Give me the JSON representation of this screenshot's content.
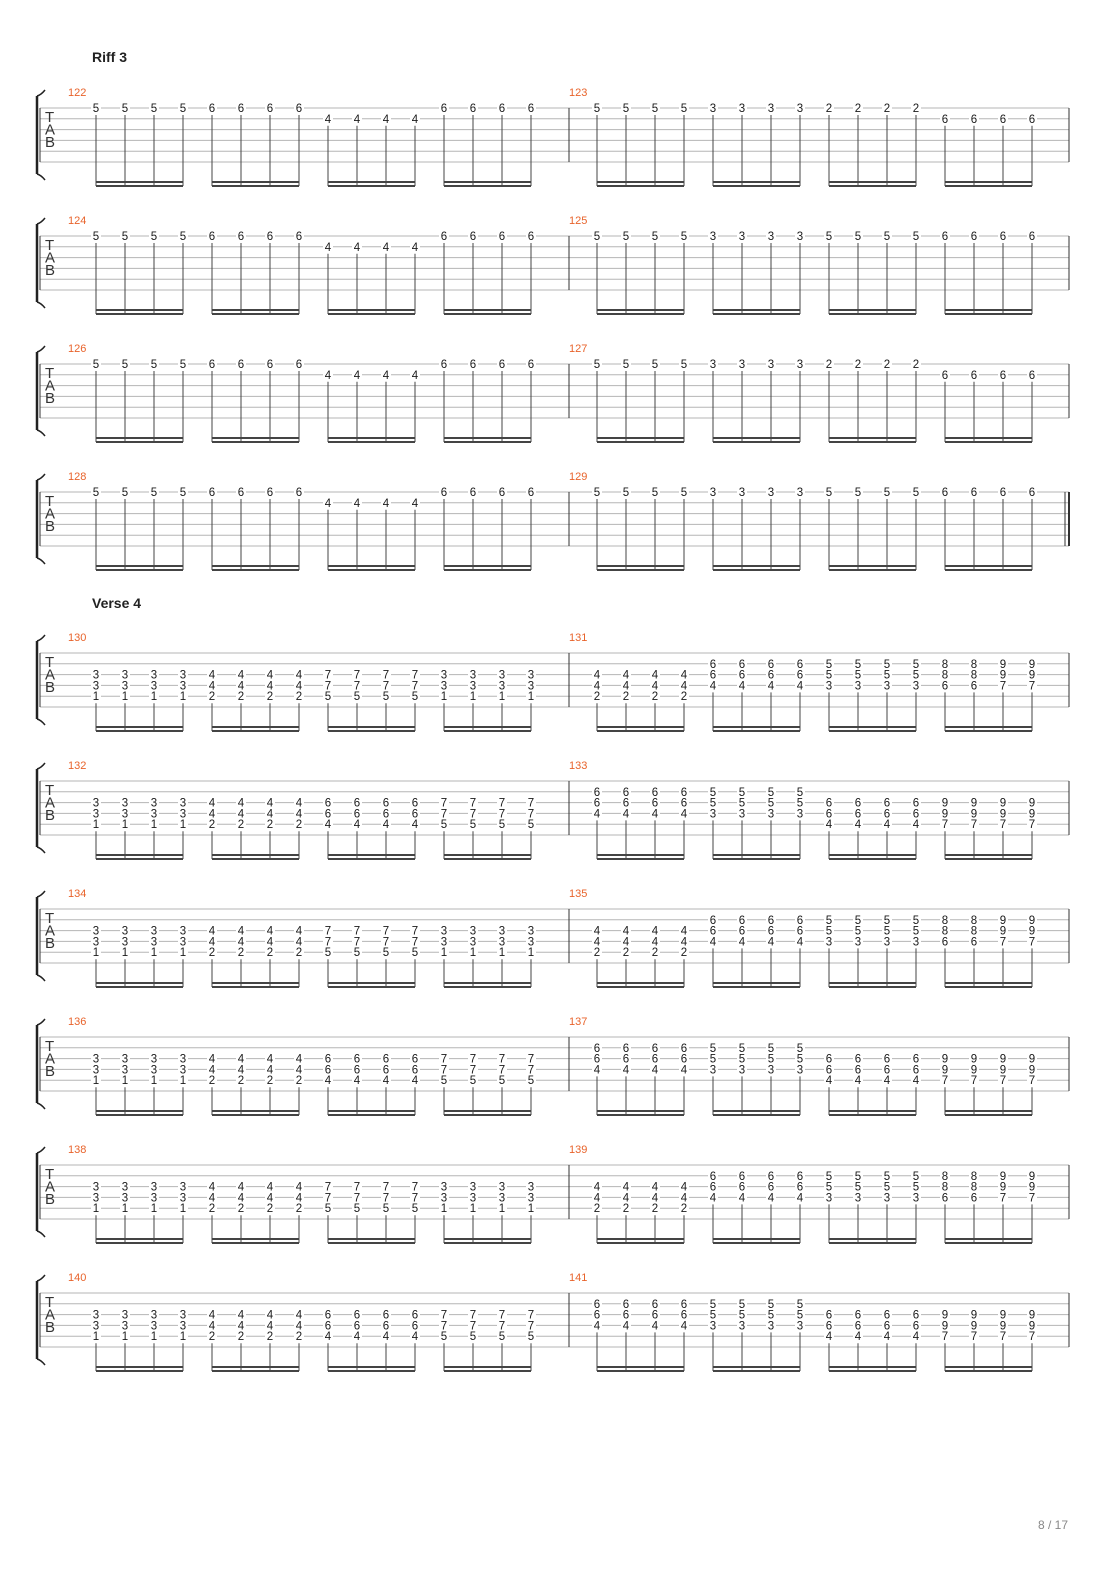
{
  "page_number": "8 / 17",
  "tab_label": [
    "T",
    "A",
    "B"
  ],
  "sections": [
    {
      "name": "Riff 3",
      "first_system": 0
    },
    {
      "name": "Verse 4",
      "first_system": 4
    }
  ],
  "patterns": {
    "A": [
      [
        "5",
        null,
        null,
        null,
        null,
        null
      ],
      [
        "6",
        null,
        null,
        null,
        null,
        null
      ],
      [
        null,
        "4",
        null,
        null,
        null,
        null
      ],
      [
        "6",
        null,
        null,
        null,
        null,
        null
      ]
    ],
    "B": [
      [
        "5",
        null,
        null,
        null,
        null,
        null
      ],
      [
        "3",
        null,
        null,
        null,
        null,
        null
      ],
      [
        "2",
        null,
        null,
        null,
        null,
        null
      ],
      [
        null,
        "6",
        null,
        null,
        null,
        null
      ]
    ],
    "C": [
      [
        "5",
        null,
        null,
        null,
        null,
        null
      ],
      [
        "3",
        null,
        null,
        null,
        null,
        null
      ],
      [
        "5",
        null,
        null,
        null,
        null,
        null
      ],
      [
        "6",
        null,
        null,
        null,
        null,
        null
      ]
    ],
    "D": [
      [
        null,
        null,
        "3",
        "3",
        "1",
        null
      ],
      [
        null,
        null,
        "4",
        "4",
        "2",
        null
      ],
      [
        null,
        null,
        "7",
        "7",
        "5",
        null
      ],
      [
        null,
        null,
        "3",
        "3",
        "1",
        null
      ]
    ],
    "E": [
      [
        null,
        null,
        "4",
        "4",
        "2",
        null
      ],
      [
        null,
        "6",
        "6",
        "4",
        null,
        null
      ],
      [
        null,
        "5",
        "5",
        "3",
        null,
        null
      ],
      [
        null,
        "8",
        "8",
        "6",
        null,
        null
      ]
    ],
    "F": [
      [
        null,
        null,
        "3",
        "3",
        "1",
        null
      ],
      [
        null,
        null,
        "4",
        "4",
        "2",
        null
      ],
      [
        null,
        null,
        "6",
        "6",
        "4",
        null
      ],
      [
        null,
        null,
        "7",
        "7",
        "5",
        null
      ]
    ],
    "G": [
      [
        null,
        "6",
        "6",
        "4",
        null,
        null
      ],
      [
        null,
        "5",
        "5",
        "3",
        null,
        null
      ],
      [
        null,
        null,
        "6",
        "6",
        "4",
        null
      ],
      [
        null,
        null,
        "9",
        "9",
        "7",
        null
      ]
    ],
    "H": [
      [
        null,
        null,
        "3",
        "3",
        "1",
        null
      ],
      [
        null,
        null,
        "4",
        "4",
        "2",
        null
      ],
      [
        null,
        null,
        "6",
        "6",
        "4",
        null
      ],
      [
        null,
        null,
        "7",
        "7",
        "5",
        null
      ]
    ]
  },
  "systems": [
    {
      "measures": [
        {
          "number": "122",
          "pattern": "A"
        },
        {
          "number": "123",
          "pattern": "B"
        }
      ]
    },
    {
      "measures": [
        {
          "number": "124",
          "pattern": "A"
        },
        {
          "number": "125",
          "pattern": "C"
        }
      ]
    },
    {
      "measures": [
        {
          "number": "126",
          "pattern": "A"
        },
        {
          "number": "127",
          "pattern": "B"
        }
      ]
    },
    {
      "measures": [
        {
          "number": "128",
          "pattern": "A"
        },
        {
          "number": "129",
          "pattern": "C"
        }
      ],
      "final_double_bar": true
    },
    {
      "measures": [
        {
          "number": "130",
          "pattern": "D"
        },
        {
          "number": "131",
          "pattern": "E"
        }
      ]
    },
    {
      "measures": [
        {
          "number": "132",
          "pattern": "F"
        },
        {
          "number": "133",
          "pattern": "G"
        }
      ]
    },
    {
      "measures": [
        {
          "number": "134",
          "pattern": "D"
        },
        {
          "number": "135",
          "pattern": "E"
        }
      ]
    },
    {
      "measures": [
        {
          "number": "136",
          "pattern": "H"
        },
        {
          "number": "137",
          "pattern": "G"
        }
      ]
    },
    {
      "measures": [
        {
          "number": "138",
          "pattern": "D"
        },
        {
          "number": "139",
          "pattern": "E"
        }
      ]
    },
    {
      "measures": [
        {
          "number": "140",
          "pattern": "H"
        },
        {
          "number": "141",
          "pattern": "G"
        }
      ]
    }
  ],
  "overrides": {
    "131": {
      "3": [
        [
          null,
          "9",
          "9",
          "7",
          null,
          null
        ]
      ],
      "3_from_beat": 2
    },
    "135": {
      "3": [
        [
          null,
          "9",
          "9",
          "7",
          null,
          null
        ]
      ],
      "3_from_beat": 2
    },
    "139": {
      "3": [
        [
          null,
          "9",
          "9",
          "7",
          null,
          null
        ]
      ],
      "3_from_beat": 2
    }
  }
}
